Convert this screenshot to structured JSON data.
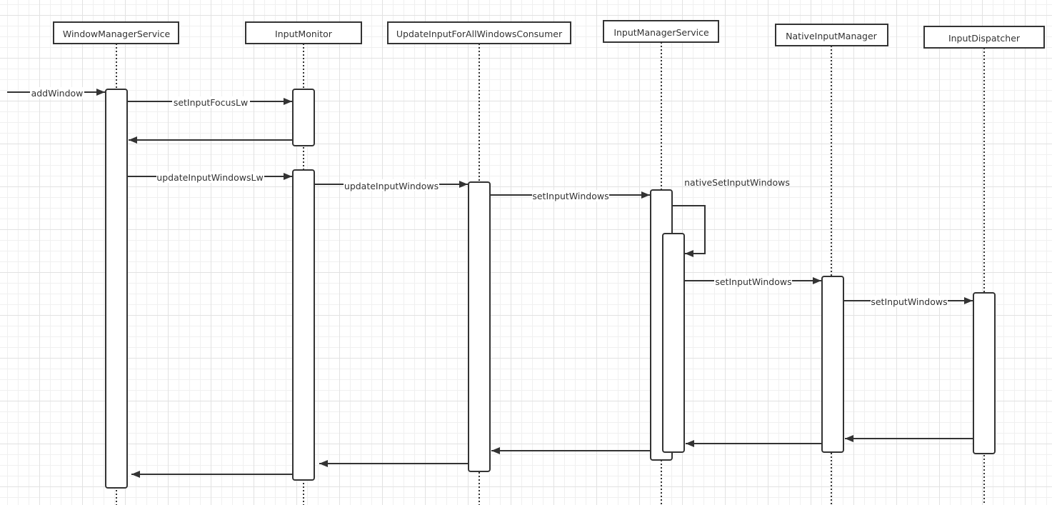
{
  "diagram": {
    "type": "sequence",
    "participants": [
      {
        "id": "wms",
        "name": "WindowManagerService"
      },
      {
        "id": "im",
        "name": "InputMonitor"
      },
      {
        "id": "uifawc",
        "name": "UpdateInputForAllWindowsConsumer"
      },
      {
        "id": "ims",
        "name": "InputManagerService"
      },
      {
        "id": "nim",
        "name": "NativeInputManager"
      },
      {
        "id": "id",
        "name": "InputDispatcher"
      }
    ],
    "messages": [
      {
        "from": "external",
        "to": "wms",
        "label": "addWindow",
        "kind": "call"
      },
      {
        "from": "wms",
        "to": "im",
        "label": "setInputFocusLw",
        "kind": "call"
      },
      {
        "from": "im",
        "to": "wms",
        "label": "",
        "kind": "return"
      },
      {
        "from": "wms",
        "to": "im",
        "label": "updateInputWindowsLw",
        "kind": "call"
      },
      {
        "from": "im",
        "to": "uifawc",
        "label": "updateInputWindows",
        "kind": "call"
      },
      {
        "from": "uifawc",
        "to": "ims",
        "label": "setInputWindows",
        "kind": "call"
      },
      {
        "from": "ims",
        "to": "ims",
        "label": "nativeSetInputWindows",
        "kind": "self"
      },
      {
        "from": "ims",
        "to": "nim",
        "label": "setInputWindows",
        "kind": "call"
      },
      {
        "from": "nim",
        "to": "id",
        "label": "setInputWindows",
        "kind": "call"
      },
      {
        "from": "id",
        "to": "nim",
        "label": "",
        "kind": "return"
      },
      {
        "from": "nim",
        "to": "ims",
        "label": "",
        "kind": "return"
      },
      {
        "from": "ims",
        "to": "uifawc",
        "label": "",
        "kind": "return"
      },
      {
        "from": "uifawc",
        "to": "im",
        "label": "",
        "kind": "return"
      },
      {
        "from": "im",
        "to": "wms",
        "label": "",
        "kind": "return"
      }
    ]
  }
}
